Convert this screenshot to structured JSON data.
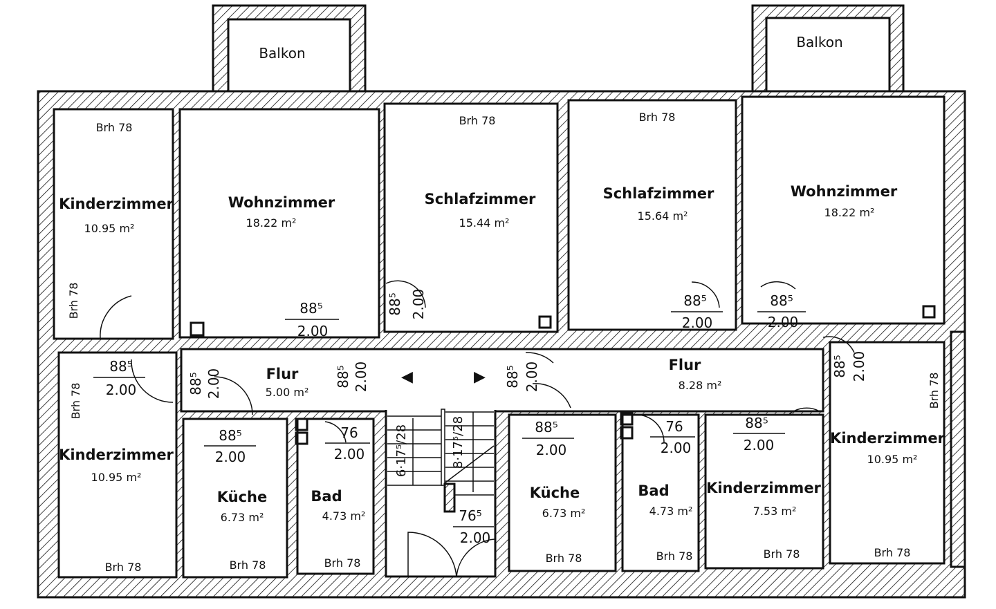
{
  "balconies": [
    "Balkon",
    "Balkon"
  ],
  "rooms": [
    {
      "name": "Kinderzimmer",
      "area": "10.95 m²",
      "brh": "Brh 78",
      "brh2": "Brh 78"
    },
    {
      "name": "Wohnzimmer",
      "area": "18.22 m²"
    },
    {
      "name": "Schlafzimmer",
      "area": "15.44 m²",
      "brh": "Brh 78"
    },
    {
      "name": "Schlafzimmer",
      "area": "15.64 m²",
      "brh": "Brh 78"
    },
    {
      "name": "Wohnzimmer",
      "area": "18.22 m²"
    },
    {
      "name": "Kinderzimmer",
      "area": "10.95 m²",
      "brh": "Brh 78",
      "brh2": "Brh 78"
    },
    {
      "name": "Küche",
      "area": "6.73 m²",
      "brh": "Brh 78"
    },
    {
      "name": "Bad",
      "area": "4.73 m²",
      "brh": "Brh 78"
    },
    {
      "name": "Küche",
      "area": "6.73 m²",
      "brh": "Brh 78"
    },
    {
      "name": "Bad",
      "area": "4.73 m²",
      "brh": "Brh 78"
    },
    {
      "name": "Kinderzimmer",
      "area": "7.53 m²",
      "brh": "Brh 78"
    },
    {
      "name": "Kinderzimmer",
      "area": "10.95 m²",
      "brh": "Brh 78",
      "brh2": "Brh 78"
    }
  ],
  "halls": [
    {
      "name": "Flur",
      "area": "5.00 m²"
    },
    {
      "name": "Flur",
      "area": "8.28 m²"
    }
  ],
  "stairs": [
    "6·17⁵/28",
    "8·17⁵/28"
  ],
  "doors": [
    {
      "width": "88⁵",
      "height": "2.00"
    },
    {
      "width": "88⁵",
      "height": "2.00"
    },
    {
      "width": "88⁵",
      "height": "2.00"
    },
    {
      "width": "88⁵",
      "height": "2.00"
    },
    {
      "width": "88⁵",
      "height": "2.00"
    },
    {
      "width": "88⁵",
      "height": "2.00"
    },
    {
      "width": "88⁵",
      "height": "2.00"
    },
    {
      "width": "88⁵",
      "height": "2.00"
    },
    {
      "width": "88⁵",
      "height": "2.00"
    },
    {
      "width": "88⁵",
      "height": "2.00"
    },
    {
      "width": "76",
      "height": "2.00"
    },
    {
      "width": "88⁵",
      "height": "2.00"
    },
    {
      "width": "76",
      "height": "2.00"
    },
    {
      "width": "88⁵",
      "height": "2.00"
    },
    {
      "width": "76⁵",
      "height": "2.00"
    }
  ]
}
